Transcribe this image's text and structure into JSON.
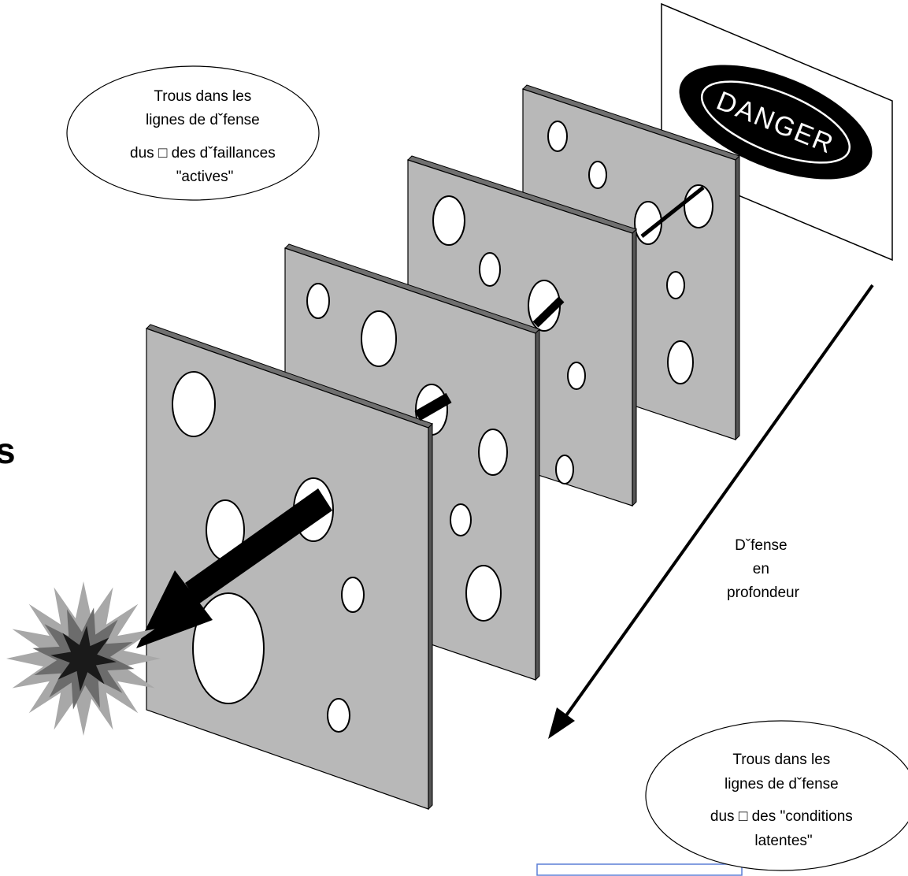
{
  "bubble_active": {
    "lines": [
      "Trous dans les",
      "lignes de dˇfense",
      "dus □ des dˇfaillances",
      "\"actives\""
    ]
  },
  "bubble_latent": {
    "lines": [
      "Trous dans les",
      "lignes de dˇfense",
      "dus □ des \"conditions",
      "latentes\""
    ]
  },
  "depth_label": {
    "lines": [
      "Dˇfense",
      "en",
      "profondeur"
    ]
  },
  "danger_sign": {
    "text": "DANGER"
  },
  "cut_letter": {
    "text": "s"
  },
  "colors": {
    "plate": "#b8b8b8",
    "plate_edge": "#707070",
    "sign": "#000000",
    "background": "#ffffff"
  }
}
